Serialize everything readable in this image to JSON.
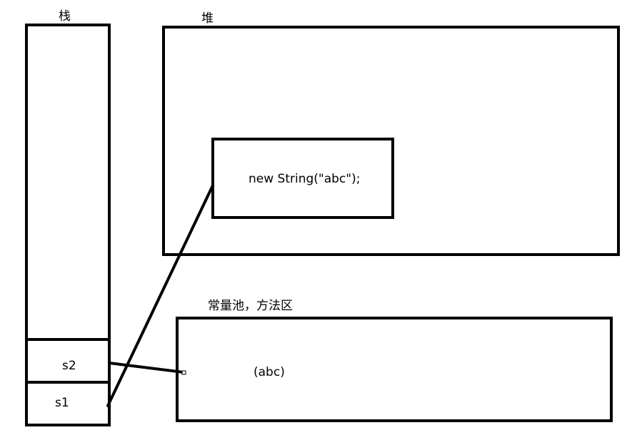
{
  "stack": {
    "title": "栈",
    "slots": [
      "s2",
      "s1"
    ]
  },
  "heap": {
    "title": "堆",
    "object_text": "new String(\"abc\");"
  },
  "constant_pool": {
    "title": "常量池，方法区",
    "value_text": "(abc)"
  },
  "colors": {
    "stroke": "#000000",
    "background": "#ffffff"
  }
}
